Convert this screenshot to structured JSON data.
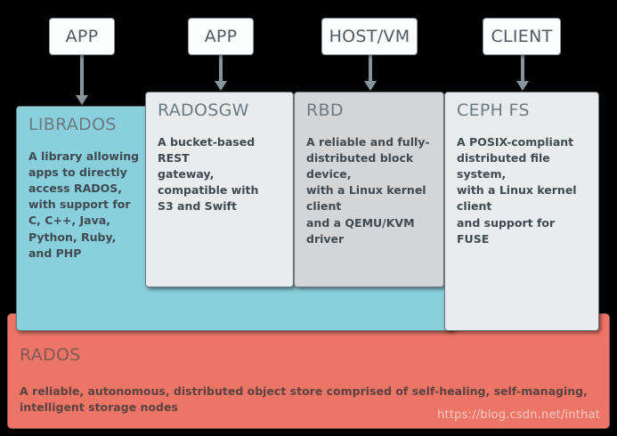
{
  "diagram": {
    "title": "Ceph architecture stack",
    "colors": {
      "librados_fill": "#8ACFDC",
      "radosgw_fill": "#E9ECEC",
      "rbd_fill": "#D4D5D6",
      "cephfs_fill": "#E9ECEC",
      "rados_fill": "#ED7567",
      "actor_fill": "#FCFDFD",
      "connector": "#8A949C",
      "background": "#000000"
    }
  },
  "actors": [
    {
      "id": "app-librados",
      "label": "APP"
    },
    {
      "id": "app-radosgw",
      "label": "APP"
    },
    {
      "id": "host-vm-rbd",
      "label": "HOST/VM"
    },
    {
      "id": "client-cephfs",
      "label": "CLIENT"
    }
  ],
  "panels": [
    {
      "id": "librados",
      "title": "LIBRADOS",
      "description": "A library allowing\napps to directly\naccess RADOS,\nwith support for\nC, C++, Java,\nPython, Ruby,\nand PHP"
    },
    {
      "id": "radosgw",
      "title": "RADOSGW",
      "description": "A bucket-based REST\ngateway, compatible with\nS3 and Swift"
    },
    {
      "id": "rbd",
      "title": "RBD",
      "description": "A reliable and fully-\ndistributed block device,\nwith a Linux kernel client\nand a QEMU/KVM driver"
    },
    {
      "id": "cephfs",
      "title": "CEPH FS",
      "description": "A POSIX-compliant\ndistributed file system,\nwith a Linux kernel client\nand support for FUSE"
    }
  ],
  "base": {
    "id": "rados",
    "title": "RADOS",
    "description": "A reliable, autonomous, distributed object store comprised of self-healing, self-managing, intelligent storage nodes"
  },
  "watermark": {
    "text": "https://blog.csdn.net/inthat"
  }
}
